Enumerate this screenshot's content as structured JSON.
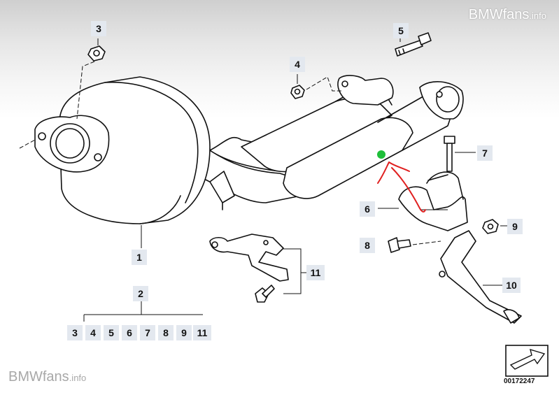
{
  "brand": {
    "name": "BMWfans",
    "suffix": ".info"
  },
  "document_number": "00172247",
  "callouts": {
    "c1": "1",
    "c2": "2",
    "c3": "3",
    "c4": "4",
    "c5": "5",
    "c6": "6",
    "c7": "7",
    "c8": "8",
    "c9": "9",
    "c10": "10",
    "c11": "11"
  },
  "kit_items": [
    "3",
    "4",
    "5",
    "6",
    "7",
    "8",
    "9",
    "11"
  ],
  "colors": {
    "callout_bg": "#e3e8ef",
    "markup_arrow": "#e02020",
    "markup_dot": "#1fbf3a"
  },
  "icons": {
    "orientation": "arrow-icon",
    "markup": "hand-drawn-arrow-icon",
    "dot": "marker-dot-icon"
  }
}
